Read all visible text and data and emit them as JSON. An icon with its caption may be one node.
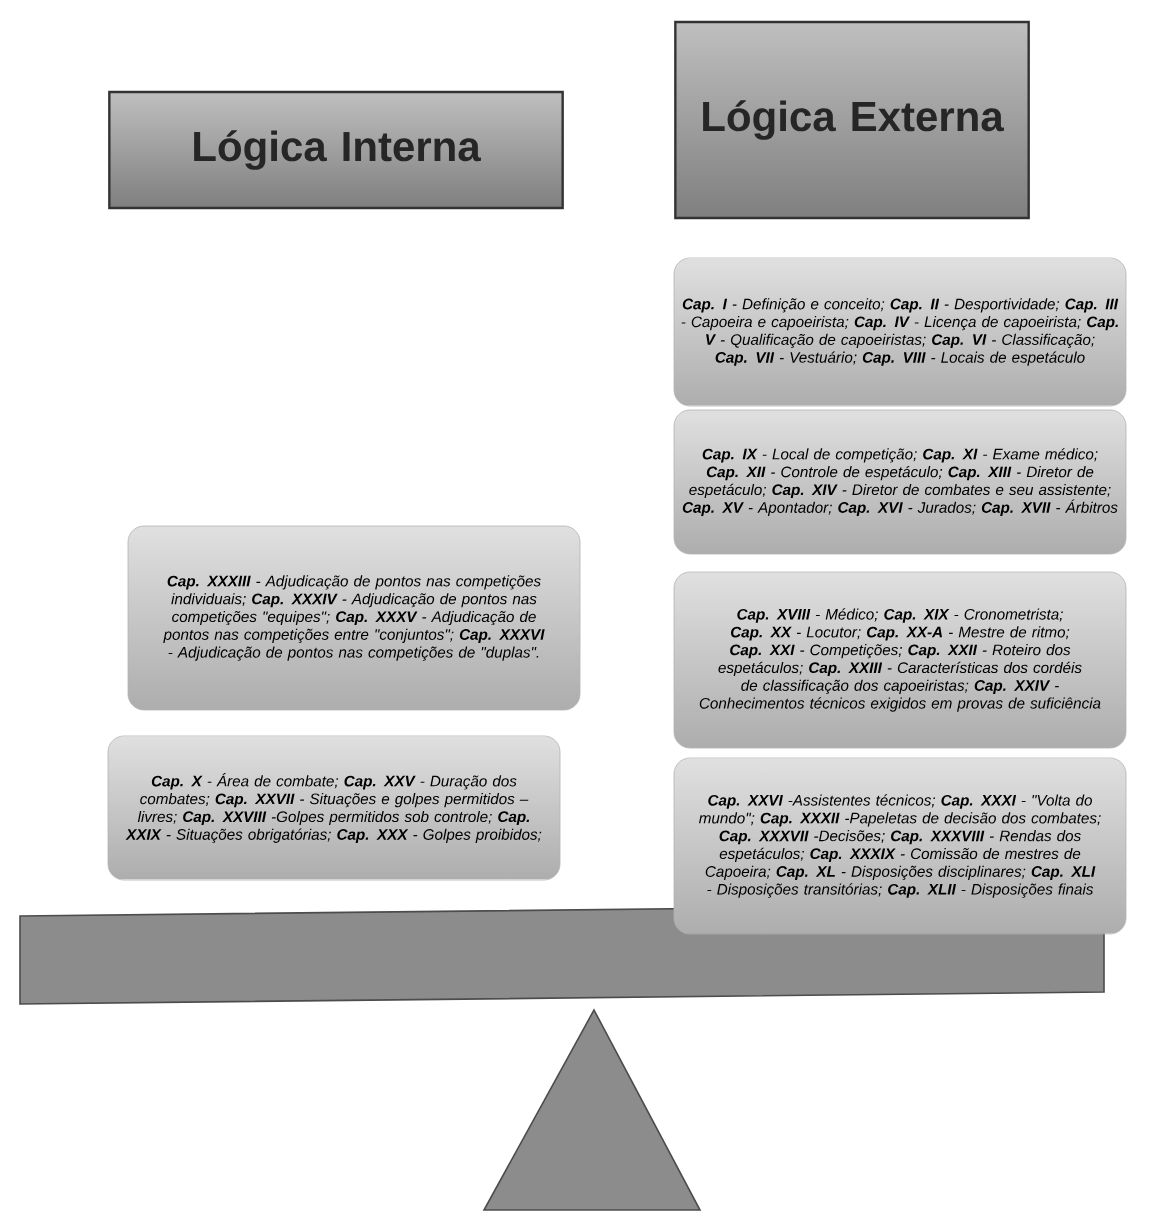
{
  "diagram": {
    "nodes": [
      {
        "text": [
          "Lógica Interna"
        ]
      },
      {
        "text": [
          "Lógica Externa"
        ]
      },
      {
        "text": [
          "**Cap. I** - Definição e conceito; **Cap. II** - Desportividade; **Cap. III** - Capoeira e capoeirista; **Cap. IV** - Licença de capoeirista; **Cap. V** - Qualificação de capoeiristas; **Cap. VI** - Classificação; **Cap. VII** - Vestuário; **Cap. VIII** - Locais de espetáculo"
        ]
      },
      {
        "text": [
          "**Cap. IX** - Local de competição; **Cap. XI** - Exame médico; **Cap. XII** - Controle de espetáculo; **Cap. XIII** - Diretor de espetáculo; **Cap. XIV** - Diretor de combates e seu assistente; **Cap. XV** - Apontador; **Cap. XVI** - Jurados; **Cap. XVII** - Árbitros"
        ]
      },
      {
        "text": [
          "**Cap. XVIII** - Médico; **Cap. XIX** - Cronometrista; **Cap. XX** - Locutor; **Cap. XX-A** - Mestre de ritmo; **Cap. XXI** - Competições; **Cap. XXII** - Roteiro dos espetáculos; **Cap. XXIII** - Características dos cordéis de classificação dos capoeiristas; **Cap. XXIV** - Conhecimentos técnicos exigidos em provas de suficiência"
        ]
      },
      {
        "text": [
          "**Cap. XXVI** -Assistentes técnicos; **Cap. XXXI** - \"Volta do mundo\"; **Cap. XXXII** -Papeletas de decisão dos combates; **Cap. XXXVII** -Decisões; **Cap. XXXVIII** - Rendas dos espetáculos; **Cap. XXXIX** - Comissão de mestres de Capoeira; **Cap. XL** - Disposições disciplinares; **Cap. XLI** - Disposições transitórias; **Cap. XLII** - Disposições finais"
        ]
      },
      {
        "text": [
          "**Cap. XXXIII** - Adjudicação de pontos nas competições individuais; **Cap. XXXIV** - Adjudicação de pontos nas competições \"equipes\"; **Cap. XXXV** - Adjudicação de pontos nas competições entre \"conjuntos\"; **Cap. XXXVI** - Adjudicação de pontos nas competições de \"duplas\"."
        ]
      },
      {
        "text": [
          "**Cap. X** - Área de combate; **Cap. XXV** - Duração dos combates; **Cap. XXVII** - Situações e golpes permitidos – livres; **Cap. XXVIII** -Golpes permitidos sob controle; **Cap. XXIX** - Situações obrigatórias; **Cap. XXX** - Golpes proibidos;"
        ]
      }
    ]
  }
}
